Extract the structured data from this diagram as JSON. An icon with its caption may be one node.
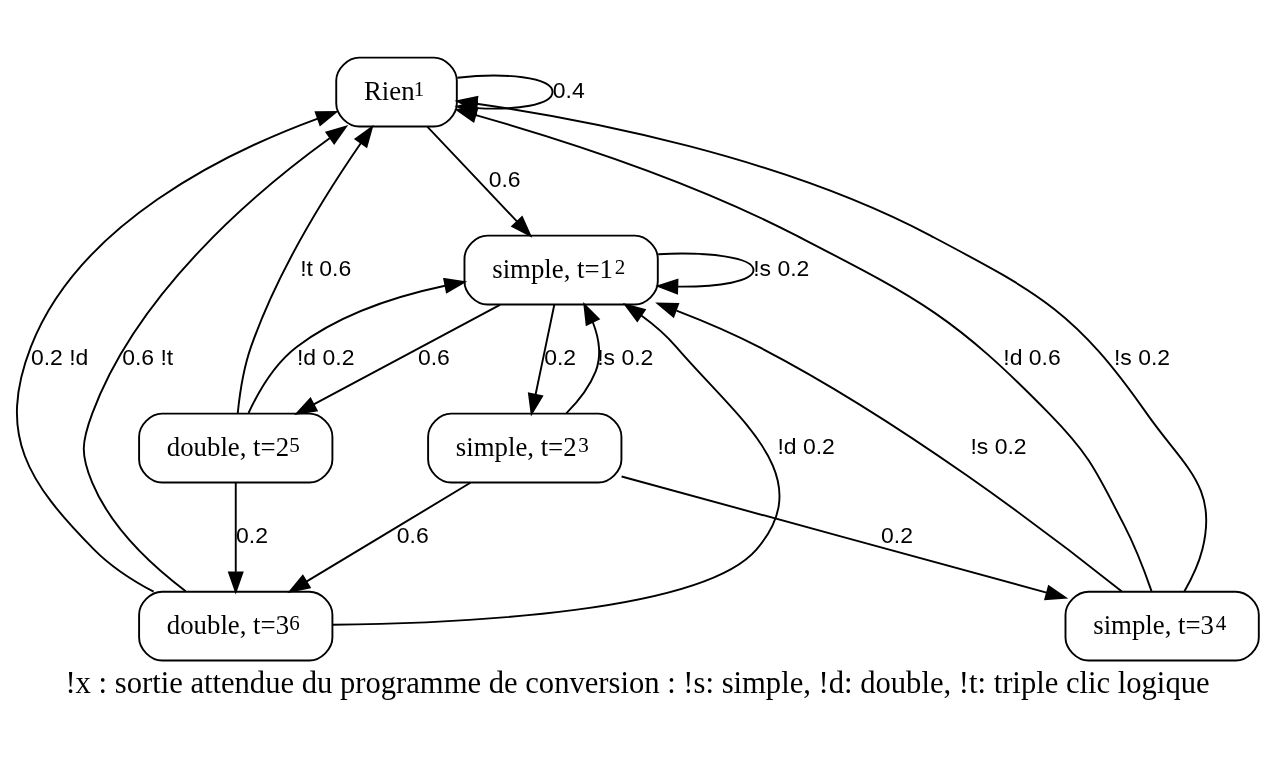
{
  "diagram": {
    "caption": "!x : sortie attendue du programme de conversion : !s: simple, !d: double, !t: triple clic logique",
    "nodes": [
      {
        "text": [
          "Rien",
          "1"
        ]
      },
      {
        "text": [
          "simple, t=1",
          "2"
        ]
      },
      {
        "text": [
          "double, t=2",
          "5"
        ]
      },
      {
        "text": [
          "simple, t=2",
          "3"
        ]
      },
      {
        "text": [
          "double, t=3",
          "6"
        ]
      },
      {
        "text": [
          "simple, t=3",
          "4"
        ]
      }
    ],
    "edges": [
      {
        "from": 0,
        "to": 0,
        "arrow": "to",
        "label": "0.4"
      },
      {
        "from": 0,
        "to": 1,
        "arrow": "to",
        "label": "0.6"
      },
      {
        "from": 1,
        "to": 1,
        "arrow": "to",
        "label": "!s 0.2"
      },
      {
        "from": 1,
        "to": 2,
        "arrow": "to",
        "label": "0.6"
      },
      {
        "from": 2,
        "to": 1,
        "arrow": "to",
        "label": "!d 0.2"
      },
      {
        "from": 1,
        "to": 3,
        "arrow": "to",
        "label": "0.2"
      },
      {
        "from": 3,
        "to": 1,
        "arrow": "to",
        "label": "!s 0.2"
      },
      {
        "from": 2,
        "to": 0,
        "arrow": "to",
        "label": "!t 0.6"
      },
      {
        "from": 2,
        "to": 4,
        "arrow": "to",
        "label": "0.2"
      },
      {
        "from": 3,
        "to": 4,
        "arrow": "to",
        "label": "0.6"
      },
      {
        "from": 3,
        "to": 5,
        "arrow": "to",
        "label": "0.2"
      },
      {
        "from": 4,
        "to": 1,
        "arrow": "to",
        "label": "!d 0.2"
      },
      {
        "from": 4,
        "to": 0,
        "arrow": "to",
        "label": "0.6 !t"
      },
      {
        "from": 4,
        "to": 0,
        "arrow": "to",
        "label": "0.2 !d"
      },
      {
        "from": 5,
        "to": 1,
        "arrow": "to",
        "label": "!s 0.2"
      },
      {
        "from": 5,
        "to": 0,
        "arrow": "to",
        "label": "!d 0.6"
      },
      {
        "from": 5,
        "to": 0,
        "arrow": "to",
        "label": "!s 0.2"
      }
    ]
  }
}
